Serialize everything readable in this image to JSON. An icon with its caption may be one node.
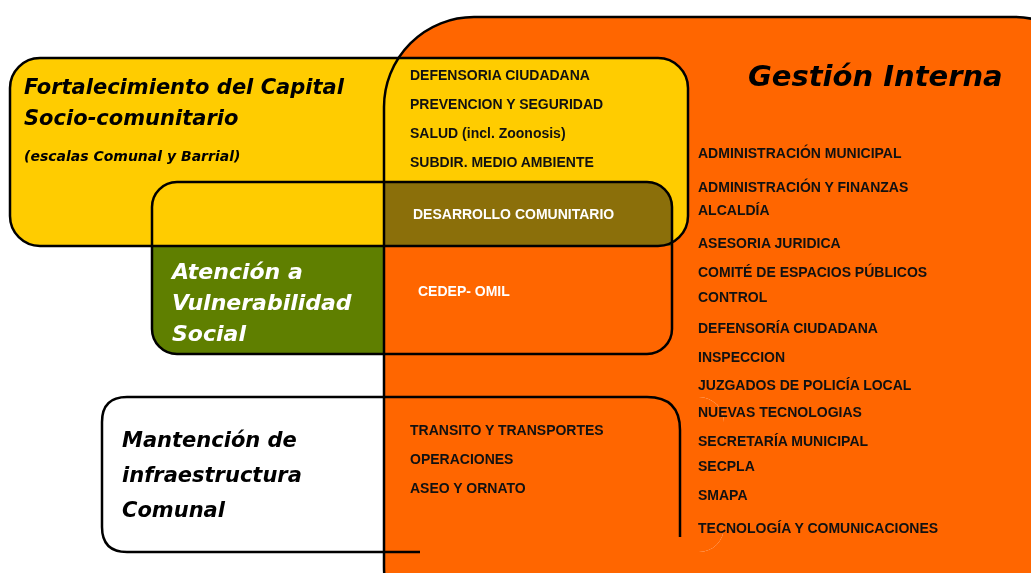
{
  "diagram": {
    "nodes": [
      {
        "text": [
          "Fortalecimiento del Capital Socio-comunitario",
          "(escalas Comunal y Barrial)"
        ]
      },
      {
        "text": [
          "Gestión Interna"
        ]
      },
      {
        "text": [
          "DESARROLLO COMUNITARIO"
        ]
      },
      {
        "text": [
          "Atención a Vulnerabilidad Social"
        ]
      },
      {
        "text": [
          "Mantención de infraestructura Comunal"
        ]
      }
    ],
    "labels": [
      "DEFENSORIA CIUDADANA",
      "PREVENCION Y SEGURIDAD",
      "SALUD (incl. Zoonosis)",
      "SUBDIR. MEDIO AMBIENTE",
      "CEDEP- OMIL",
      "TRANSITO Y TRANSPORTES",
      "OPERACIONES",
      "ASEO Y ORNATO",
      "ADMINISTRACIÓN MUNICIPAL",
      "ADMINISTRACIÓN Y FINANZAS",
      "ALCALDÍA",
      "ASESORIA JURIDICA",
      "COMITÉ DE ESPACIOS PÚBLICOS",
      "CONTROL",
      "DEFENSORÍA CIUDADANA",
      "INSPECCION",
      "JUZGADOS DE POLICÍA LOCAL",
      "NUEVAS TECNOLOGIAS",
      "SECRETARÍA MUNICIPAL",
      "SECPLA",
      "SMAPA",
      "TECNOLOGÍA Y COMUNICACIONES"
    ]
  }
}
